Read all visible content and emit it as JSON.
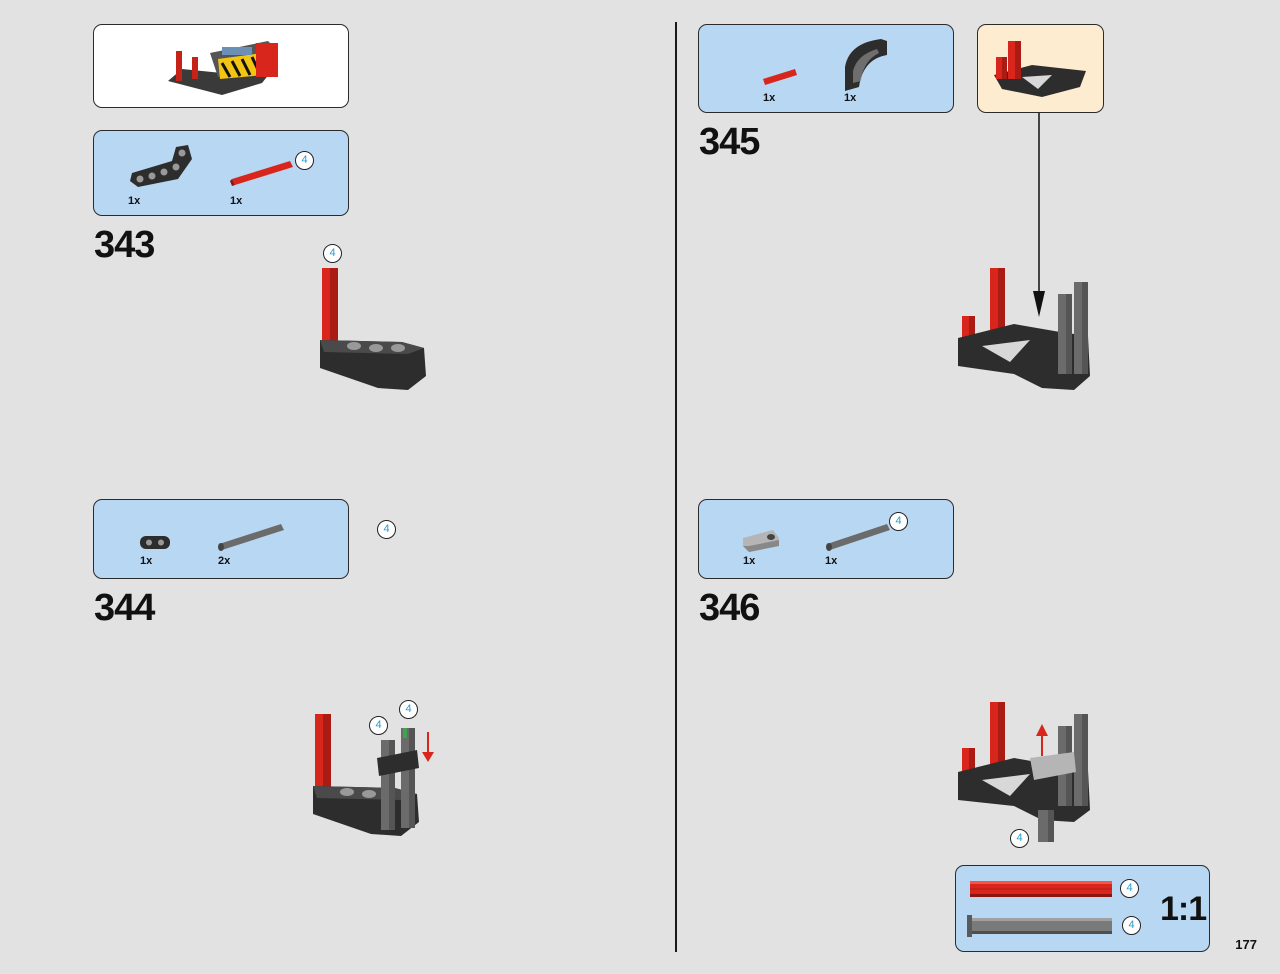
{
  "steps": [
    {
      "number": "343",
      "parts": [
        {
          "qty": "1x"
        },
        {
          "qty": "1x",
          "length": "4"
        }
      ],
      "callouts": [
        "4"
      ]
    },
    {
      "number": "344",
      "parts": [
        {
          "qty": "1x"
        },
        {
          "qty": "2x",
          "length": "4"
        }
      ],
      "callouts": [
        "4",
        "4"
      ]
    },
    {
      "number": "345",
      "parts": [
        {
          "qty": "1x"
        },
        {
          "qty": "1x"
        }
      ]
    },
    {
      "number": "346",
      "parts": [
        {
          "qty": "1x"
        },
        {
          "qty": "1x",
          "length": "4"
        }
      ],
      "callouts": [
        "4"
      ]
    }
  ],
  "scale_guide": {
    "ratio": "1:1",
    "lengths": [
      "4",
      "4"
    ],
    "colors": [
      "#d9261c",
      "#6b6b6b"
    ]
  },
  "page_number": "177",
  "colors": {
    "parts_box": "#b8d7f3",
    "submodel_box": "#fdeccf",
    "background": "#e2e2e2",
    "red": "#d9261c",
    "black": "#2d2d2d",
    "gray": "#7a7a7a",
    "callout_text": "#2b9bc9"
  }
}
